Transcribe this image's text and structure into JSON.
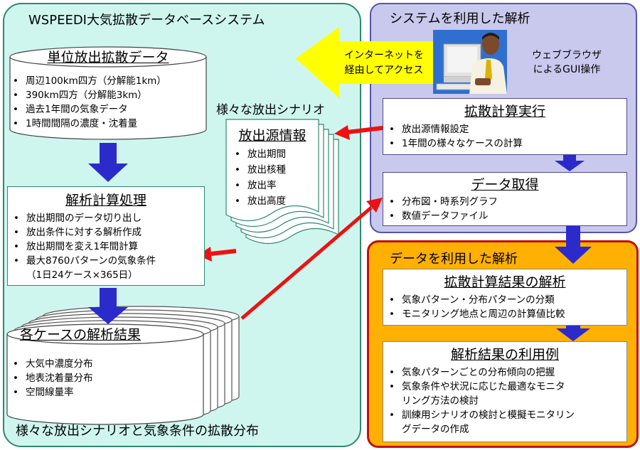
{
  "left_panel": {
    "title": "WSPEEDI大気拡散データベースシステム",
    "footer": "様々な放出シナリオと気象条件の拡散分布",
    "unit_db": {
      "title": "単位放出拡散データ",
      "items": [
        "周辺100km四方（分解能1km）",
        "390km四方（分解能3km）",
        "過去1年間の気象データ",
        "1時間間隔の濃度・沈着量"
      ]
    },
    "scenarios_label": "様々な放出シナリオ",
    "source_info": {
      "title": "放出源情報",
      "items": [
        "放出期間",
        "放出核種",
        "放出率",
        "放出高度"
      ]
    },
    "analysis": {
      "title": "解析計算処理",
      "items": [
        "放出期間のデータ切り出し",
        "放出条件に対する解析作成",
        "放出期間を変え1年間計算",
        "最大8760パターンの気象条件"
      ],
      "sub": "（1日24ケース×365日）"
    },
    "results": {
      "title": "各ケースの解析結果",
      "items": [
        "大気中濃度分布",
        "地表沈着量分布",
        "空間線量率"
      ]
    }
  },
  "internet_arrow": {
    "line1": "インターネットを",
    "line2": "経由してアクセス",
    "color": "#ffff00"
  },
  "system_panel": {
    "title": "システムを利用した解析",
    "browser_note": {
      "line1": "ウェブブラウザ",
      "line2": "によるGUI操作"
    },
    "run": {
      "title": "拡散計算実行",
      "items": [
        "放出源情報設定",
        "1年間の様々なケースの計算"
      ]
    },
    "fetch": {
      "title": "データ取得",
      "items": [
        "分布図・時系列グラフ",
        "数値データファイル"
      ]
    }
  },
  "data_panel": {
    "title": "データを利用した解析",
    "result_analysis": {
      "title": "拡散計算結果の解析",
      "items": [
        "気象パターン・分布パターンの分類",
        "モニタリング地点と周辺の計算値比較"
      ]
    },
    "usage": {
      "title": "解析結果の利用例",
      "items": [
        "気象パターンごとの分布傾向の把握",
        "気象条件や状況に応じた最適なモニタ",
        "訓練用シナリオの検討と模擬モニタリン"
      ],
      "conts": [
        "リング方法の検討",
        "グデータの作成"
      ]
    }
  },
  "colors": {
    "left_bg": "#cff6ee",
    "system_bg": "#c9c9ee",
    "data_bg": "#ffb000",
    "down_arrow": "#2b2bcc",
    "red_arrow": "#ee1111"
  }
}
